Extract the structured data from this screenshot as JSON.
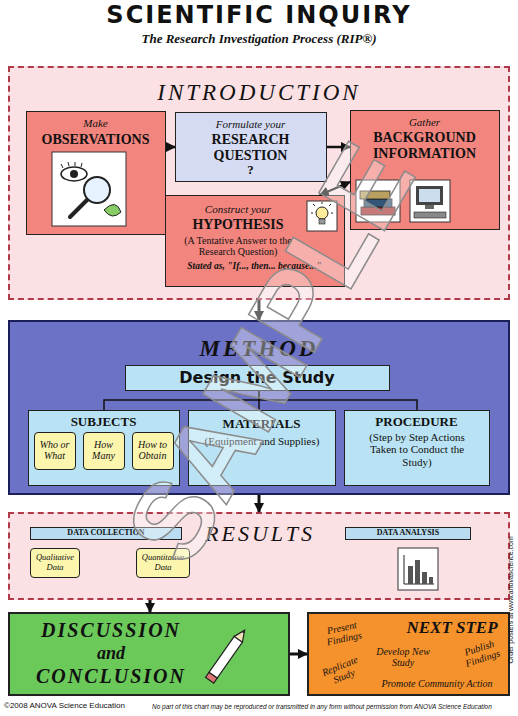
{
  "diagram": {
    "title": "SCIENTIFIC INQUIRY",
    "nodes": [
      {
        "text": [
          "INTRODUCTION"
        ]
      },
      {
        "text": [
          "Make",
          "OBSERVATIONS"
        ],
        "in": 0
      },
      {
        "text": [
          "Formulate your",
          "RESEARCH QUESTION",
          "?"
        ],
        "in": 0
      },
      {
        "text": [
          "Gather",
          "BACKGROUND INFORMATION"
        ],
        "in": 0
      },
      {
        "text": [
          "Construct your",
          "HYPOTHESIS",
          "(A Tentative Answer to the Research Question)",
          "Stated as, \"If..., then... because...\""
        ],
        "in": 0
      },
      {
        "text": [
          "METHOD"
        ]
      },
      {
        "text": [
          "Design the Study"
        ],
        "in": 5
      },
      {
        "text": [
          "SUBJECTS"
        ],
        "in": 5
      },
      {
        "text": [
          "Who or What"
        ],
        "in": 7
      },
      {
        "text": [
          "How Many"
        ],
        "in": 7
      },
      {
        "text": [
          "How to Obtain"
        ],
        "in": 7
      },
      {
        "text": [
          "MATERIALS",
          "(Equipment and Supplies)"
        ],
        "in": 5
      },
      {
        "text": [
          "PROCEDURE",
          "(Step by Step Actions Taken to Conduct the Study)"
        ],
        "in": 5
      },
      {
        "text": [
          "RESULTS"
        ]
      },
      {
        "text": [
          "DATA COLLECTION"
        ],
        "in": 13
      },
      {
        "text": [
          "Qualitative Data"
        ],
        "in": 13
      },
      {
        "text": [
          "Quantitative Data"
        ],
        "in": 13
      },
      {
        "text": [
          "DATA ANALYSIS"
        ],
        "in": 13
      },
      {
        "text": [
          "DISCUSSION",
          "and",
          "CONCLUSION"
        ]
      },
      {
        "text": [
          "NEXT STEP",
          "Present Findings",
          "Develop New Study",
          "Publish Findings",
          "Replicate Study",
          "Promote Community Action"
        ]
      }
    ],
    "edges": [
      {
        "from": 1,
        "to": 2,
        "arrow": "to"
      },
      {
        "from": 2,
        "to": 3,
        "arrow": "to"
      },
      {
        "from": 4,
        "to": 3,
        "arrow": "both"
      },
      {
        "from": 0,
        "to": 5,
        "arrow": "to"
      },
      {
        "from": 6,
        "to": 7,
        "arrow": "none"
      },
      {
        "from": 6,
        "to": 11,
        "arrow": "none"
      },
      {
        "from": 6,
        "to": 12,
        "arrow": "none"
      },
      {
        "from": 5,
        "to": 13,
        "arrow": "to"
      },
      {
        "from": 13,
        "to": 18,
        "arrow": "to"
      },
      {
        "from": 18,
        "to": 19,
        "arrow": "to"
      }
    ],
    "labels": [
      "The Research Investigation Process (RIP®)",
      "©2008 ANOVA Science Education",
      "No part of this chart may be reproduced or transmitted in any form without permission from ANOVA Science Education",
      "Order posters at www.anovascience.com",
      "SAMPLE"
    ]
  }
}
